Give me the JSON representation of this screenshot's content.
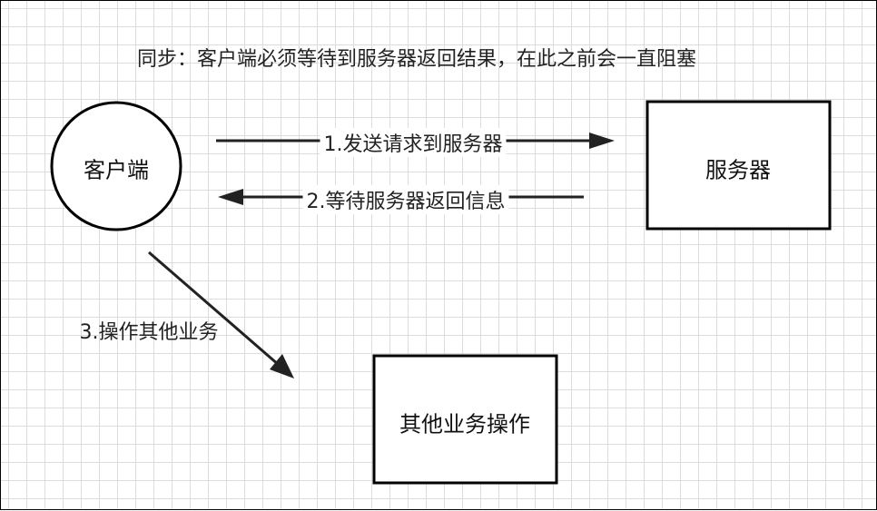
{
  "note": "同步：客户端必须等待到服务器返回结果，在此之前会一直阻塞",
  "nodes": {
    "client": "客户端",
    "server": "服务器",
    "other": "其他业务操作"
  },
  "edges": {
    "request": "1.发送请求到服务器",
    "response": "2.等待服务器返回信息",
    "other_ops": "3.操作其他业务"
  }
}
